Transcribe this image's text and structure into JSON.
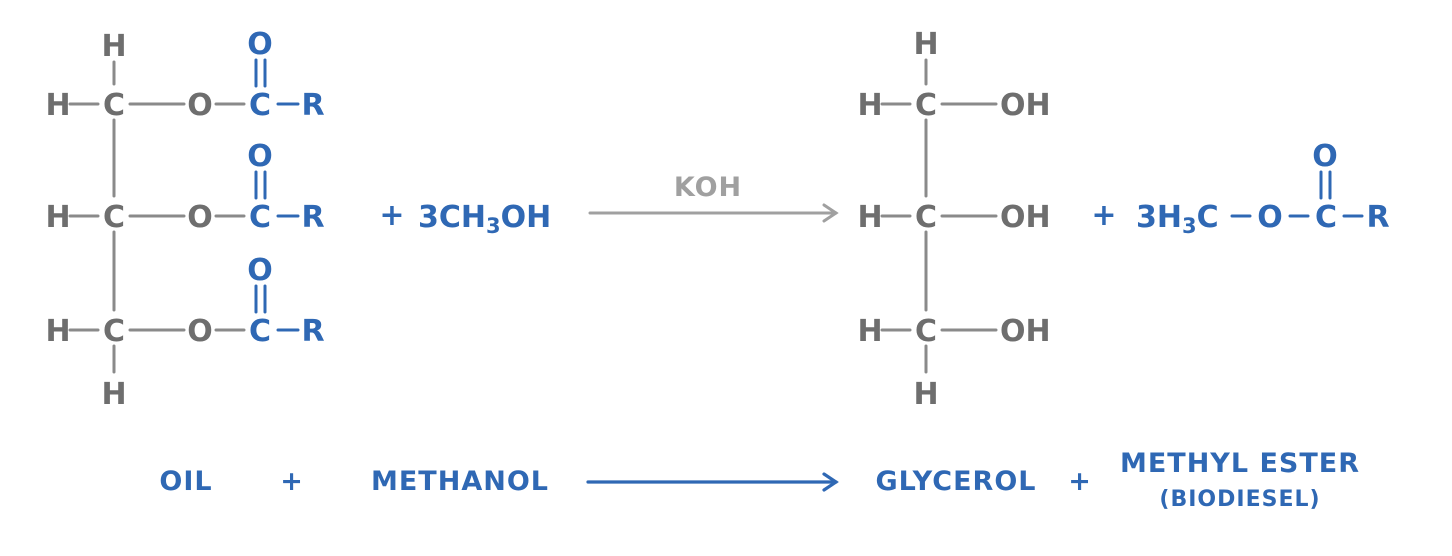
{
  "equation": {
    "catalyst": "KOH",
    "reactant2_coef": "3CH",
    "reactant2_sub": "3",
    "reactant2_tail": "OH",
    "product2_coef": "3H",
    "product2_sub": "3",
    "product2_tail": "C",
    "plus": "+"
  },
  "atoms": {
    "H": "H",
    "C": "C",
    "O": "O",
    "R": "R",
    "OH": "OH"
  },
  "labels": {
    "oil": "OIL",
    "plus1": "+",
    "methanol": "METHANOL",
    "glycerol": "GLYCEROL",
    "plus2": "+",
    "ester_line1": "METHYL ESTER",
    "ester_line2": "(BIODIESEL)"
  },
  "colors": {
    "structure": "#6e6e6e",
    "highlight": "#2f68b4",
    "catalyst_arrow": "#a0a0a0"
  }
}
